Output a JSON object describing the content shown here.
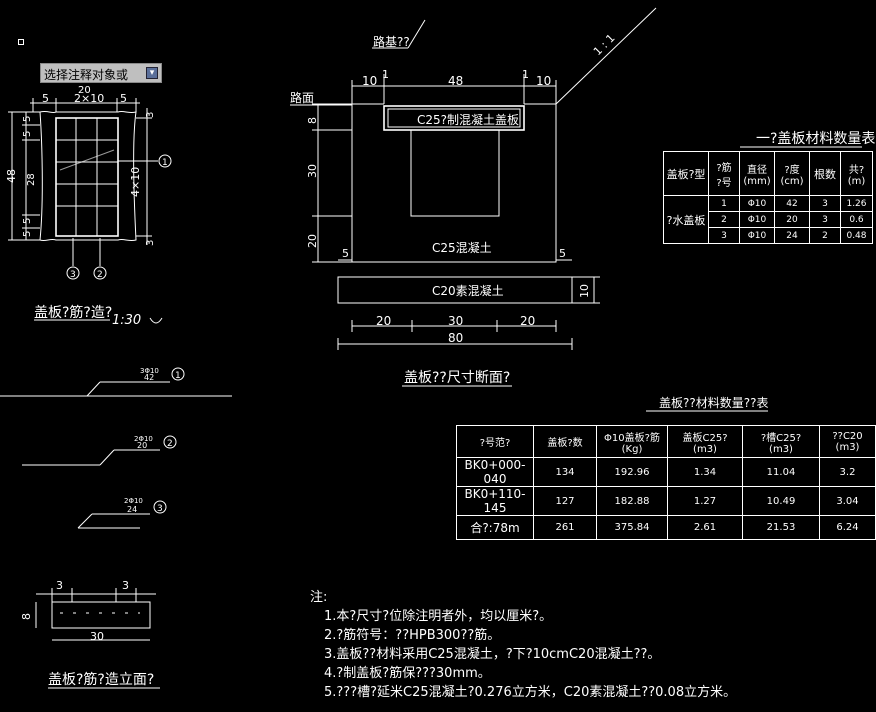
{
  "prompt": {
    "label": "选择注释对象或",
    "button_glyph": "▾"
  },
  "left_rebar": {
    "dims_top": [
      "5",
      "20",
      "2×10",
      "5"
    ],
    "dims_left": [
      "5",
      "5",
      "48",
      "28",
      "5",
      "5"
    ],
    "dims_right": [
      "3",
      "4×10",
      "3"
    ],
    "callouts": [
      "1",
      "2",
      "3"
    ],
    "title": "盖板?筋?造?",
    "scale": "1:30"
  },
  "bars": [
    {
      "spec": "3Φ10",
      "length": "42",
      "id": "1"
    },
    {
      "spec": "2Φ10",
      "length": "20",
      "id": "2"
    },
    {
      "spec": "2Φ10",
      "length": "24",
      "id": "3"
    }
  ],
  "elevation": {
    "d1": "3",
    "d2": "3",
    "d3": "8",
    "d4": "30",
    "title": "盖板?筋?造立面?"
  },
  "section": {
    "road_label": "路基??",
    "surface_label": "路面",
    "slope": "1 : 1",
    "top_dims": [
      "10",
      "1",
      "48",
      "1",
      "10"
    ],
    "cover_label": "C25?制混凝土盖板",
    "wall_label": "C25混凝土",
    "base_label": "C20素混凝土",
    "left_dims": [
      "8",
      "30",
      "20"
    ],
    "foot_dims": [
      "5",
      "5"
    ],
    "base_dim": "10",
    "bottom_dims": [
      "20",
      "30",
      "20"
    ],
    "total": "80",
    "title": "盖板??尺寸断面?"
  },
  "table1": {
    "title": "一?盖板材料数量表",
    "headers": [
      "盖板?型",
      "?筋\n?号",
      "直径\n(mm)",
      "?度\n(cm)",
      "根数",
      "共?\n(m)"
    ],
    "type_label": "?水盖板",
    "rows": [
      [
        "1",
        "Φ10",
        "42",
        "3",
        "1.26"
      ],
      [
        "2",
        "Φ10",
        "20",
        "3",
        "0.6"
      ],
      [
        "3",
        "Φ10",
        "24",
        "2",
        "0.48"
      ]
    ]
  },
  "table2": {
    "title": "盖板??材料数量??表",
    "headers": [
      "?号范?",
      "盖板?数",
      "Φ10盖板?筋\n(Kg)",
      "盖板C25?\n(m3)",
      "?槽C25?\n(m3)",
      "??C20\n(m3)"
    ],
    "rows": [
      [
        "BK0+000-040",
        "134",
        "192.96",
        "1.34",
        "11.04",
        "3.2"
      ],
      [
        "BK0+110-145",
        "127",
        "182.88",
        "1.27",
        "10.49",
        "3.04"
      ],
      [
        "合?:78m",
        "261",
        "375.84",
        "2.61",
        "21.53",
        "6.24"
      ]
    ]
  },
  "notes": {
    "heading": "注:",
    "items": [
      "1.本?尺寸?位除注明者外，均以厘米?。",
      "2.?筋符号：??HPB300??筋。",
      "3.盖板??材料采用C25混凝土，?下?10cmC20混凝土??。",
      "4.?制盖板?筋保???30mm。",
      "5.???槽?延米C25混凝土?0.276立方米，C20素混凝土??0.08立方米。"
    ]
  }
}
